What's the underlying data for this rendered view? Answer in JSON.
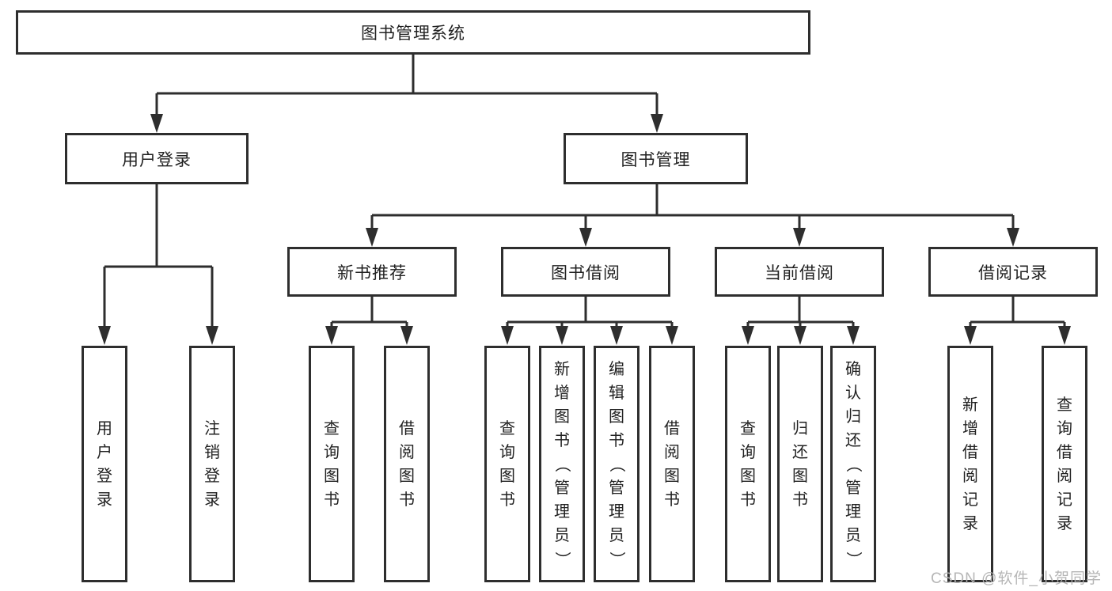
{
  "nodes": {
    "root": {
      "label": "图书管理系统"
    },
    "level2": [
      {
        "label": "用户登录"
      },
      {
        "label": "图书管理"
      }
    ],
    "level3": [
      {
        "label": "新书推荐"
      },
      {
        "label": "图书借阅"
      },
      {
        "label": "当前借阅"
      },
      {
        "label": "借阅记录"
      }
    ],
    "leaves": {
      "user_login": [
        {
          "label": "用户登录"
        },
        {
          "label": "注销登录"
        }
      ],
      "new_book": [
        {
          "label": "查询图书"
        },
        {
          "label": "借阅图书"
        }
      ],
      "book_borrow": [
        {
          "label": "查询图书"
        },
        {
          "label": "新增图书（管理员）"
        },
        {
          "label": "编辑图书（管理员）"
        },
        {
          "label": "借阅图书"
        }
      ],
      "current_borrow": [
        {
          "label": "查询图书"
        },
        {
          "label": "归还图书"
        },
        {
          "label": "确认归还（管理员）"
        }
      ],
      "borrow_record": [
        {
          "label": "新增借阅记录"
        },
        {
          "label": "查询借阅记录"
        }
      ]
    }
  },
  "watermark": {
    "text": "CSDN @软件_小贺同学"
  },
  "colors": {
    "line": "#2e2e2e",
    "text": "#212121",
    "background": "#ffffff",
    "watermark": "#b2b2b2"
  }
}
